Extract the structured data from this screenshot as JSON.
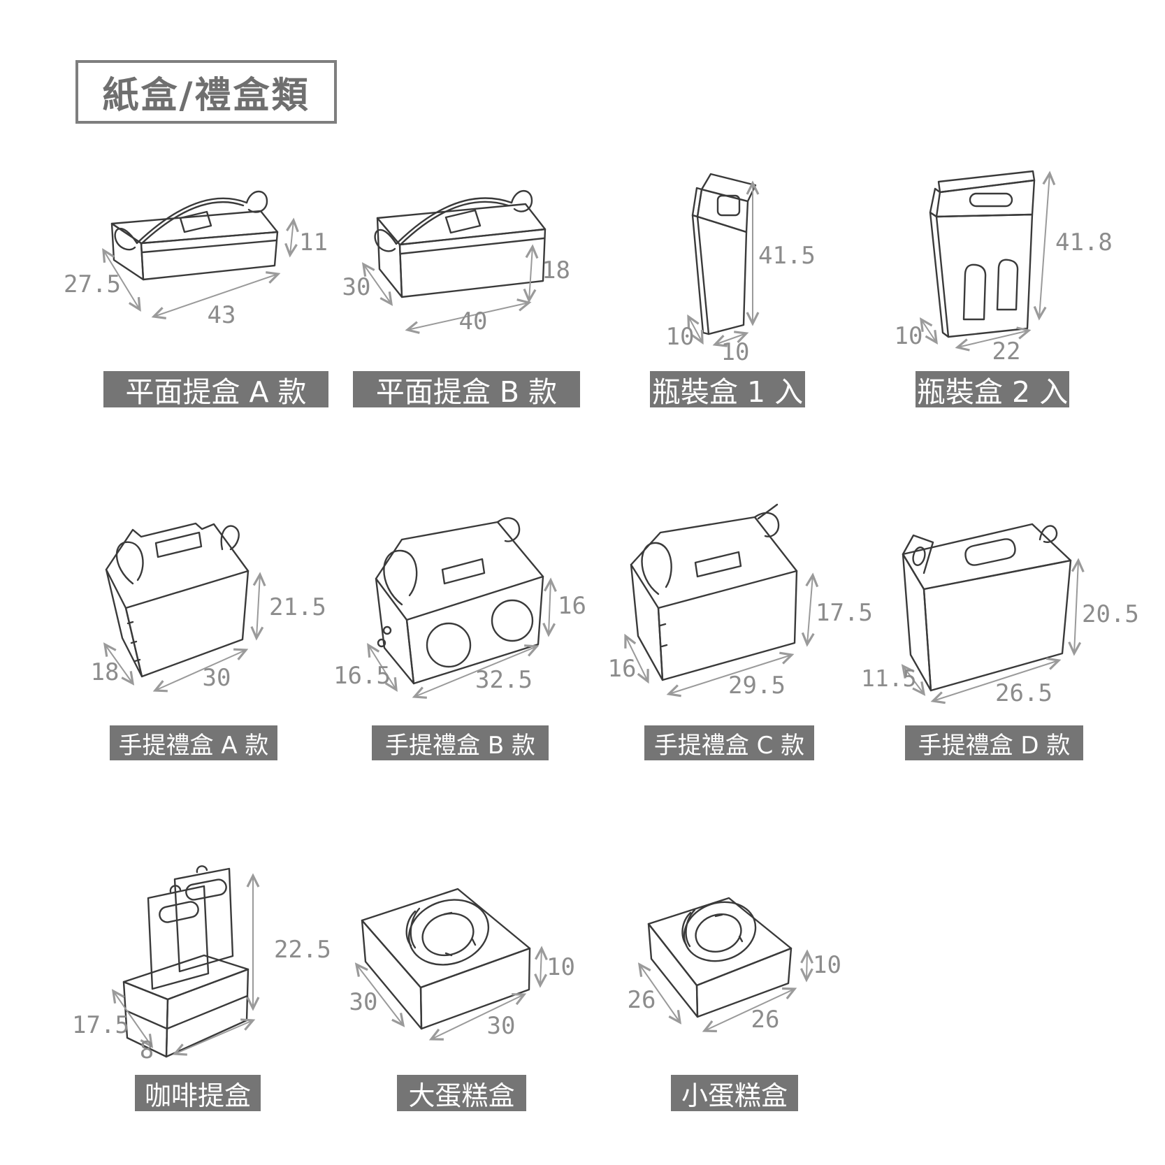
{
  "page": {
    "title": "紙盒/禮盒類"
  },
  "colors": {
    "background": "#ffffff",
    "title_text": "#6f6f6f",
    "title_border": "#7e7e7e",
    "line_art": "#3a3a3a",
    "dimension_text": "#8c8c8c",
    "dimension_line": "#9a9a9a",
    "label_bar": "#757575",
    "label_text": "#ffffff"
  },
  "items": [
    {
      "id": "flat-carry-box-a",
      "label": "平面提盒 A 款",
      "dims": {
        "depth": "27.5",
        "width": "43",
        "height": "11"
      }
    },
    {
      "id": "flat-carry-box-b",
      "label": "平面提盒 B 款",
      "dims": {
        "depth": "30",
        "width": "40",
        "height": "18"
      }
    },
    {
      "id": "bottle-box-1",
      "label": "瓶裝盒 1 入",
      "dims": {
        "depth": "10",
        "width": "10",
        "height": "41.5"
      }
    },
    {
      "id": "bottle-box-2",
      "label": "瓶裝盒 2 入",
      "dims": {
        "depth": "10",
        "width": "22",
        "height": "41.8"
      }
    },
    {
      "id": "handle-gift-box-a",
      "label": "手提禮盒 A 款",
      "dims": {
        "depth": "18",
        "width": "30",
        "height": "21.5"
      }
    },
    {
      "id": "handle-gift-box-b",
      "label": "手提禮盒 B 款",
      "dims": {
        "depth": "16.5",
        "width": "32.5",
        "height": "16"
      }
    },
    {
      "id": "handle-gift-box-c",
      "label": "手提禮盒 C 款",
      "dims": {
        "depth": "16",
        "width": "29.5",
        "height": "17.5"
      }
    },
    {
      "id": "handle-gift-box-d",
      "label": "手提禮盒 D 款",
      "dims": {
        "depth": "11.5",
        "width": "26.5",
        "height": "20.5"
      }
    },
    {
      "id": "coffee-carrier",
      "label": "咖啡提盒",
      "dims": {
        "depth": "17.5",
        "width": "8",
        "height": "22.5"
      }
    },
    {
      "id": "cake-box-large",
      "label": "大蛋糕盒",
      "dims": {
        "depth": "30",
        "width": "30",
        "height": "10"
      }
    },
    {
      "id": "cake-box-small",
      "label": "小蛋糕盒",
      "dims": {
        "depth": "26",
        "width": "26",
        "height": "10"
      }
    }
  ]
}
